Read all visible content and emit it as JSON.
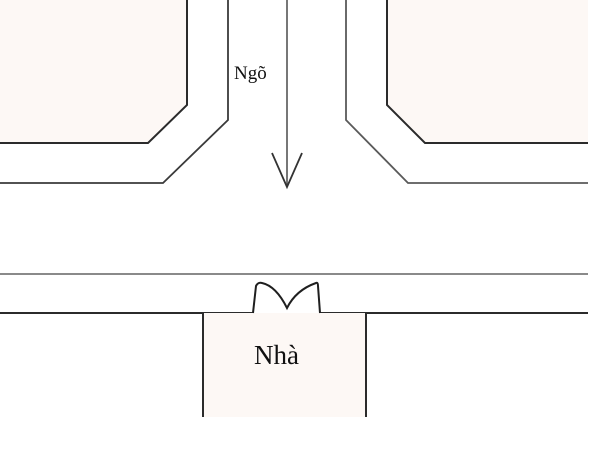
{
  "diagram": {
    "type": "site-layout-sketch",
    "labels": {
      "lane": "Ngõ",
      "house": "Nhà"
    },
    "elements": [
      {
        "id": "block-top-left",
        "kind": "building-block"
      },
      {
        "id": "block-top-right",
        "kind": "building-block"
      },
      {
        "id": "lane",
        "kind": "alley",
        "label": "Ngõ",
        "direction": "down",
        "arrow": true
      },
      {
        "id": "road",
        "kind": "street",
        "orientation": "horizontal"
      },
      {
        "id": "house",
        "kind": "house",
        "label": "Nhà",
        "gate": true
      }
    ],
    "colors": {
      "line": "#2b2b2b",
      "light_line": "#8a8a8a",
      "block_fill": "#fdf8f5",
      "background": "#ffffff"
    }
  }
}
